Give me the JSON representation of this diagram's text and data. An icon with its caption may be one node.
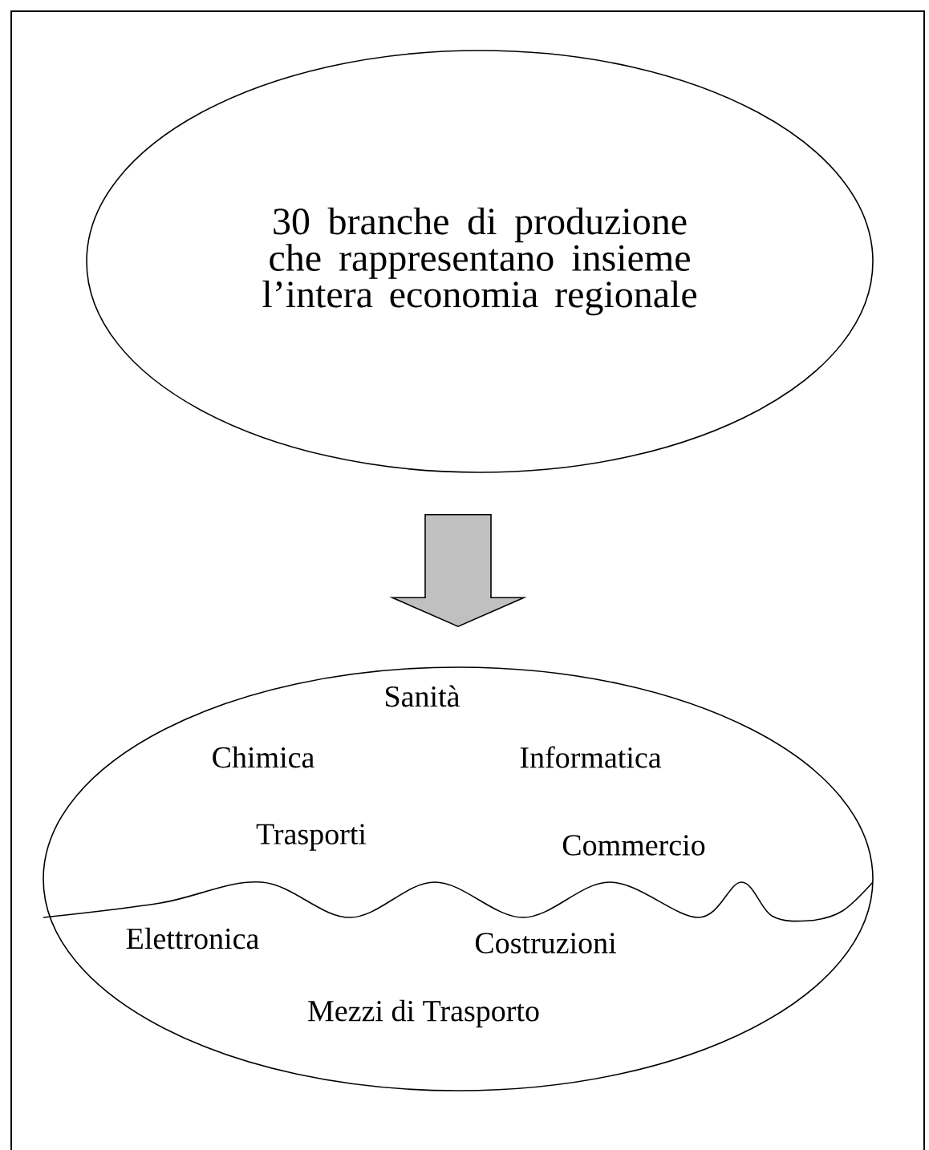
{
  "diagram": {
    "nodes": [
      {
        "text": [
          "30 branche di produzione che rappresentano insieme l’intera economia regionale"
        ]
      },
      {
        "text": [
          "Sanità",
          "Chimica",
          "Informatica",
          "Trasporti",
          "Commercio",
          "Elettronica",
          "Costruzioni",
          "Mezzi di Trasporto"
        ]
      }
    ],
    "edges": [
      {
        "from": 0,
        "to": 1,
        "arrow": "to"
      }
    ]
  }
}
